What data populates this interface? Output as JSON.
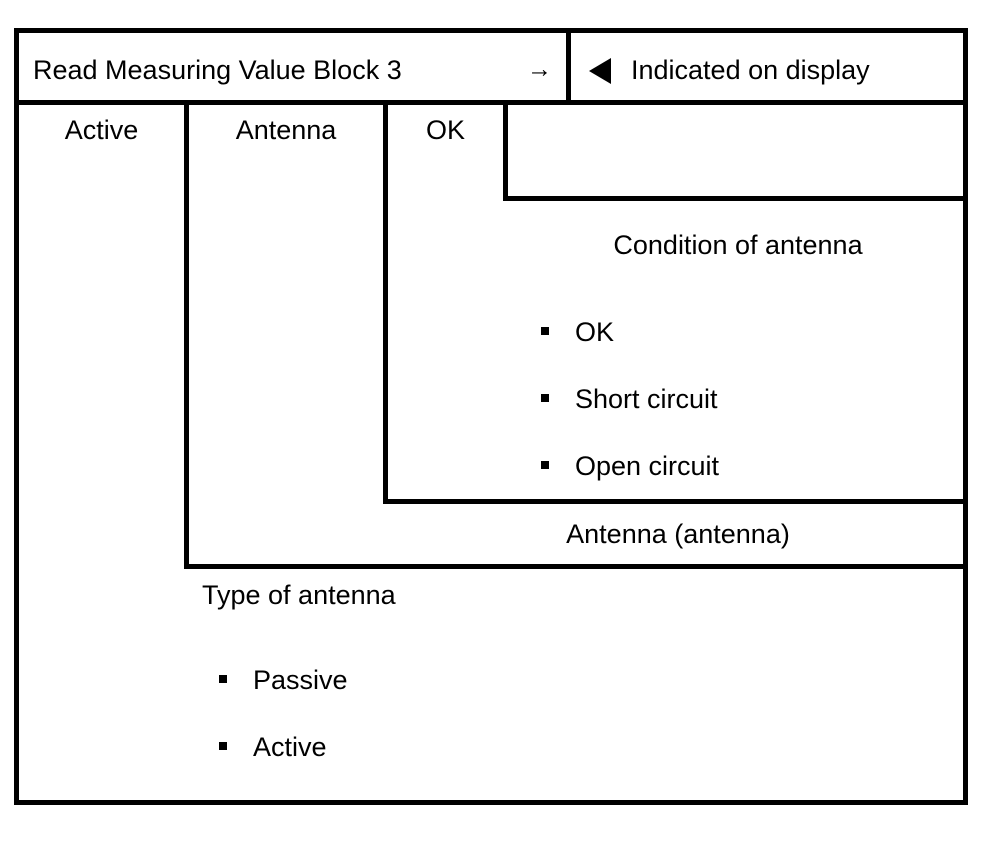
{
  "diagram": {
    "title": "Read Measuring Value Block 3",
    "arrow_glyph": "→",
    "display_note": "Indicated on display",
    "display_marker_icon": "left-triangle-icon",
    "columns": [
      {
        "value": "Active"
      },
      {
        "value": "Antenna"
      },
      {
        "value": "OK"
      }
    ],
    "groups": [
      {
        "heading": "Condition of antenna",
        "options": [
          "OK",
          "Short circuit",
          "Open circuit"
        ]
      },
      {
        "heading": "Antenna (antenna)",
        "options": []
      },
      {
        "heading": "Type of antenna",
        "options": [
          "Passive",
          "Active"
        ]
      }
    ]
  }
}
